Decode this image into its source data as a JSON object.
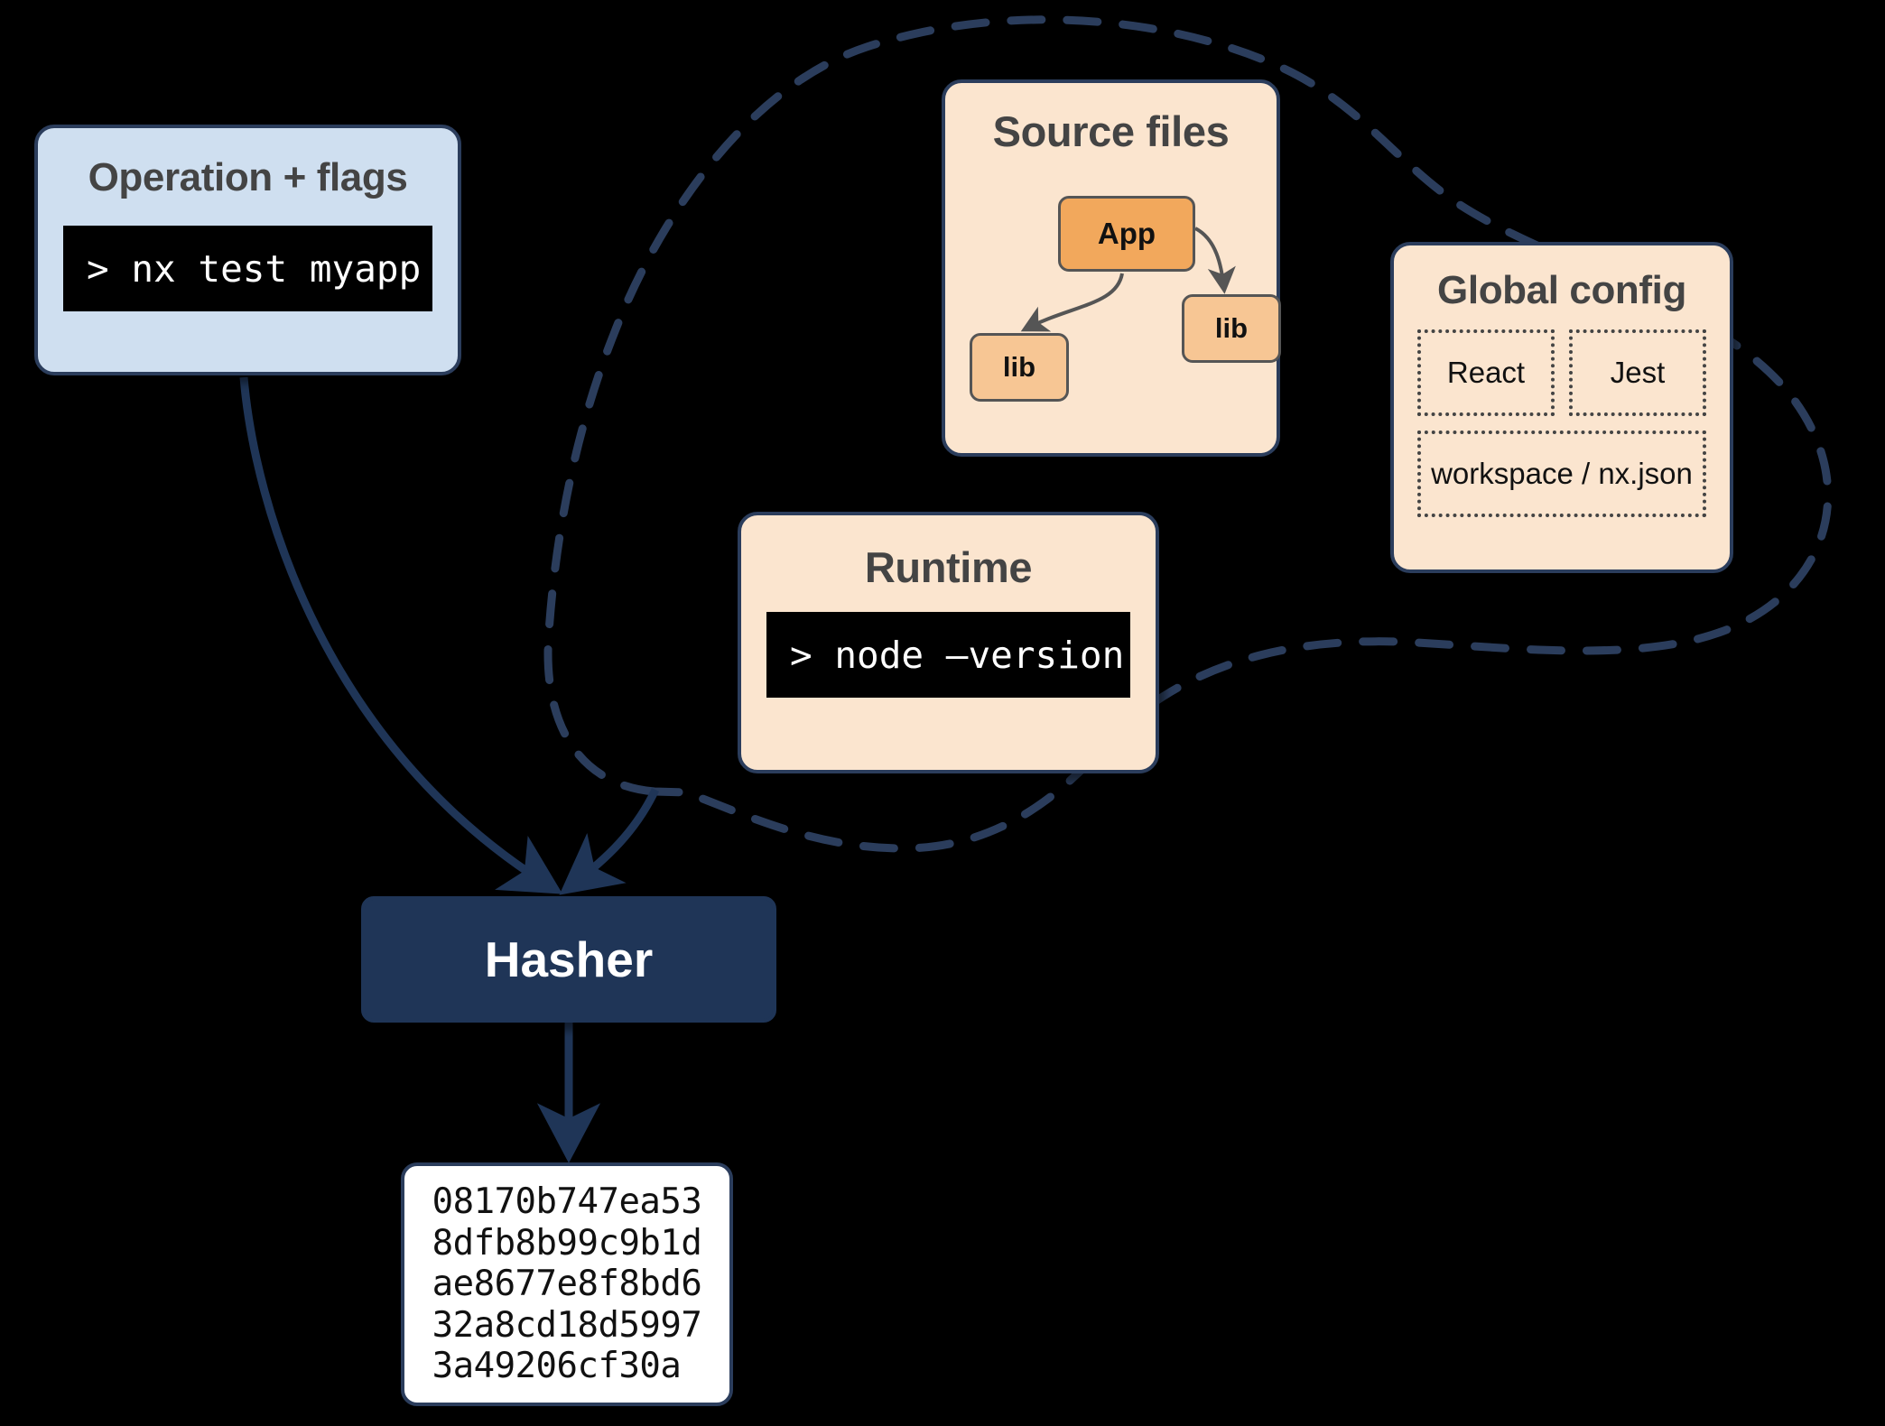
{
  "diagram": {
    "title": "Nx Hasher inputs diagram",
    "colors": {
      "background": "#000000",
      "operation_card_fill": "#cfdff0",
      "orange_card_fill": "#fbe5cf",
      "app_node_fill": "#f2a85c",
      "lib_node_fill": "#f7c694",
      "hasher_fill": "#1f3557",
      "border": "#2b3d5c",
      "dashed_outline": "#2b3d5c",
      "title_text": "#444444",
      "terminal_bg": "#000000",
      "terminal_text": "#ffffff"
    }
  },
  "operation": {
    "title": "Operation + flags",
    "command": "> nx test myapp"
  },
  "source_files": {
    "title": "Source files",
    "nodes": [
      {
        "id": "app",
        "label": "App"
      },
      {
        "id": "lib_right",
        "label": "lib"
      },
      {
        "id": "lib_left",
        "label": "lib"
      }
    ],
    "edges": [
      {
        "from": "app",
        "to": "lib_right"
      },
      {
        "from": "app",
        "to": "lib_left"
      }
    ]
  },
  "global_config": {
    "title": "Global config",
    "cells": [
      {
        "label": "React"
      },
      {
        "label": "Jest"
      },
      {
        "label": "workspace / nx.json"
      }
    ]
  },
  "runtime": {
    "title": "Runtime",
    "command": "> node –version"
  },
  "hasher": {
    "label": "Hasher"
  },
  "hash_output": {
    "lines": [
      "08170b747ea53",
      "8dfb8b99c9b1d",
      "ae8677e8f8bd6",
      "32a8cd18d5997",
      "3a49206cf30a"
    ],
    "text": "08170b747ea53\n8dfb8b99c9b1d\nae8677e8f8bd6\n32a8cd18d5997\n3a49206cf30a"
  }
}
